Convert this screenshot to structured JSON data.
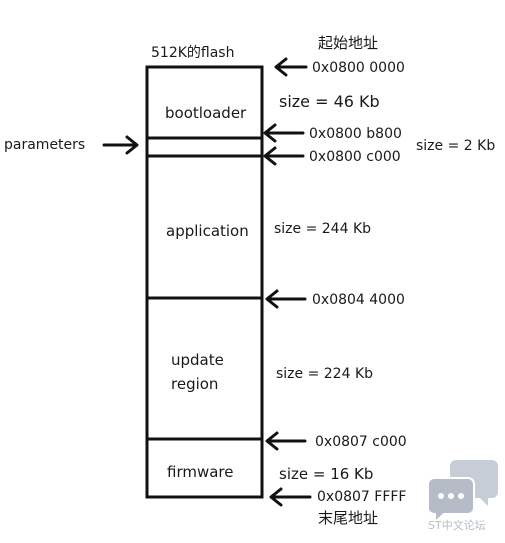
{
  "title": "512K的flash",
  "start_label": "起始地址",
  "end_label": "末尾地址",
  "parameters_label": "parameters",
  "regions": [
    {
      "name": "bootloader",
      "size": "size = 46 Kb"
    },
    {
      "name": "parameters",
      "size": "size = 2 Kb"
    },
    {
      "name": "application",
      "size": "size = 244 Kb"
    },
    {
      "name_line1": "update",
      "name_line2": "region",
      "size": "size = 224 Kb"
    },
    {
      "name": "firmware",
      "size": "size = 16 Kb"
    }
  ],
  "addresses": [
    "0x0800 0000",
    "0x0800 b800",
    "0x0800 c000",
    "0x0804 4000",
    "0x0807 c000",
    "0x0807 FFFF"
  ],
  "watermark": "ST中文论坛",
  "colors": {
    "line": "#111111",
    "watermark": "#c7cdd6"
  }
}
